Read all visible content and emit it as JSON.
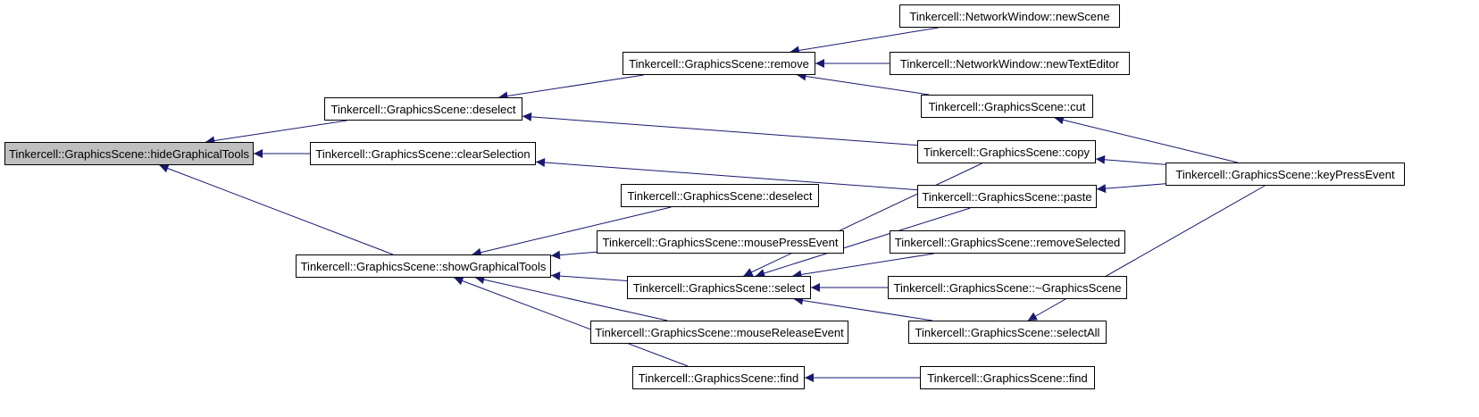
{
  "diagram": {
    "edge_color": "#191970",
    "root_fill": "#bfbfbf",
    "nodes": {
      "hideGraphicalTools": "Tinkercell::GraphicsScene::hideGraphicalTools",
      "deselect_a": "Tinkercell::GraphicsScene::deselect",
      "clearSelection": "Tinkercell::GraphicsScene::clearSelection",
      "showGraphicalTools": "Tinkercell::GraphicsScene::showGraphicalTools",
      "remove": "Tinkercell::GraphicsScene::remove",
      "newScene": "Tinkercell::NetworkWindow::newScene",
      "newTextEditor": "Tinkercell::NetworkWindow::newTextEditor",
      "cut": "Tinkercell::GraphicsScene::cut",
      "copy": "Tinkercell::GraphicsScene::copy",
      "paste": "Tinkercell::GraphicsScene::paste",
      "keyPressEvent": "Tinkercell::GraphicsScene::keyPressEvent",
      "deselect_b": "Tinkercell::GraphicsScene::deselect",
      "mousePressEvent": "Tinkercell::GraphicsScene::mousePressEvent",
      "select": "Tinkercell::GraphicsScene::select",
      "removeSelected": "Tinkercell::GraphicsScene::removeSelected",
      "destructor": "Tinkercell::GraphicsScene::~GraphicsScene",
      "selectAll": "Tinkercell::GraphicsScene::selectAll",
      "mouseReleaseEvent": "Tinkercell::GraphicsScene::mouseReleaseEvent",
      "find_a": "Tinkercell::GraphicsScene::find",
      "find_b": "Tinkercell::GraphicsScene::find"
    },
    "edges": [
      [
        "deselect_a",
        "hideGraphicalTools"
      ],
      [
        "clearSelection",
        "hideGraphicalTools"
      ],
      [
        "showGraphicalTools",
        "hideGraphicalTools"
      ],
      [
        "remove",
        "deselect_a"
      ],
      [
        "copy",
        "deselect_a"
      ],
      [
        "newScene",
        "remove"
      ],
      [
        "newTextEditor",
        "remove"
      ],
      [
        "cut",
        "remove"
      ],
      [
        "keyPressEvent",
        "cut"
      ],
      [
        "paste",
        "clearSelection"
      ],
      [
        "keyPressEvent",
        "copy"
      ],
      [
        "keyPressEvent",
        "paste"
      ],
      [
        "deselect_b",
        "showGraphicalTools"
      ],
      [
        "mousePressEvent",
        "showGraphicalTools"
      ],
      [
        "select",
        "showGraphicalTools"
      ],
      [
        "mouseReleaseEvent",
        "showGraphicalTools"
      ],
      [
        "find_a",
        "showGraphicalTools"
      ],
      [
        "copy",
        "select"
      ],
      [
        "paste",
        "select"
      ],
      [
        "removeSelected",
        "select"
      ],
      [
        "destructor",
        "select"
      ],
      [
        "selectAll",
        "select"
      ],
      [
        "keyPressEvent",
        "selectAll"
      ],
      [
        "find_b",
        "find_a"
      ]
    ]
  }
}
